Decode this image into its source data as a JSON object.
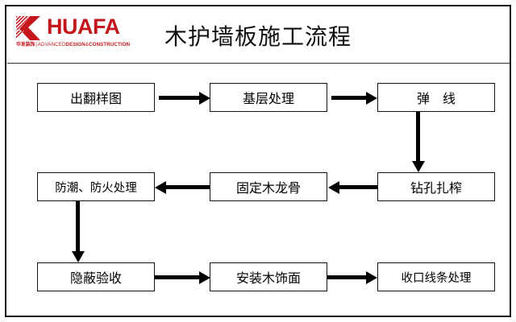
{
  "header": {
    "logo": {
      "mark_icon": "huafa-k-logo-icon",
      "wordmark": "HUAFA",
      "tagline_cn": "华发装饰",
      "tagline_bar": "|",
      "tagline_advanced": "ADVANCED",
      "tagline_design": "DESIGN",
      "tagline_amp": "&",
      "tagline_construction": "CONSTRUCTION",
      "brand_color": "#C4161C"
    },
    "title": "木护墙板施工流程"
  },
  "flowchart": {
    "type": "process-flow",
    "direction": "serpentine",
    "nodes": [
      {
        "id": "n1",
        "label": "出翻样图",
        "row": 1,
        "col": 1
      },
      {
        "id": "n2",
        "label": "基层处理",
        "row": 1,
        "col": 2
      },
      {
        "id": "n3",
        "label": "弹　线",
        "row": 1,
        "col": 3
      },
      {
        "id": "n4",
        "label": "钻孔扎榨",
        "row": 2,
        "col": 3
      },
      {
        "id": "n5",
        "label": "固定木龙骨",
        "row": 2,
        "col": 2
      },
      {
        "id": "n6",
        "label": "防潮、防火处理",
        "row": 2,
        "col": 1
      },
      {
        "id": "n7",
        "label": "隐蔽验收",
        "row": 3,
        "col": 1
      },
      {
        "id": "n8",
        "label": "安装木饰面",
        "row": 3,
        "col": 2
      },
      {
        "id": "n9",
        "label": "收口线条处理",
        "row": 3,
        "col": 3
      }
    ],
    "edges": [
      {
        "from": "n1",
        "to": "n2",
        "direction": "right"
      },
      {
        "from": "n2",
        "to": "n3",
        "direction": "right"
      },
      {
        "from": "n3",
        "to": "n4",
        "direction": "down"
      },
      {
        "from": "n4",
        "to": "n5",
        "direction": "left"
      },
      {
        "from": "n5",
        "to": "n6",
        "direction": "left"
      },
      {
        "from": "n6",
        "to": "n7",
        "direction": "down"
      },
      {
        "from": "n7",
        "to": "n8",
        "direction": "right"
      },
      {
        "from": "n8",
        "to": "n9",
        "direction": "right"
      }
    ]
  },
  "colors": {
    "border": "#111111",
    "background": "#ffffff",
    "arrow": "#000000"
  }
}
